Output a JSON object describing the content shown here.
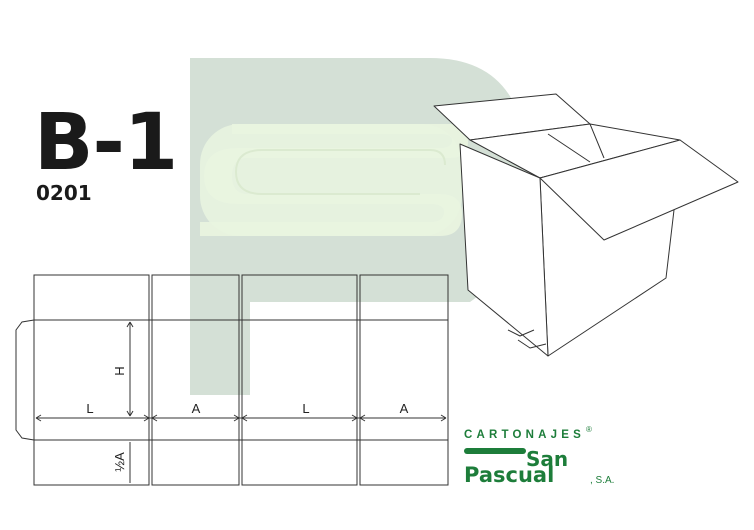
{
  "header": {
    "title": "B-1",
    "code": "0201"
  },
  "dimensions": {
    "length_left": "L",
    "width_a_1": "A",
    "length_right": "L",
    "width_a_2": "A",
    "height": "H",
    "half_a": "½A"
  },
  "brand": {
    "top_line": "CARTONAJES",
    "registered": "®",
    "word1": "San",
    "word2": "Pascual",
    "suffix": ", S.A.",
    "color": "#1d7d3a"
  },
  "watermark": {
    "color_dark": "#cfdcd2",
    "color_light": "#e6f2dc"
  }
}
